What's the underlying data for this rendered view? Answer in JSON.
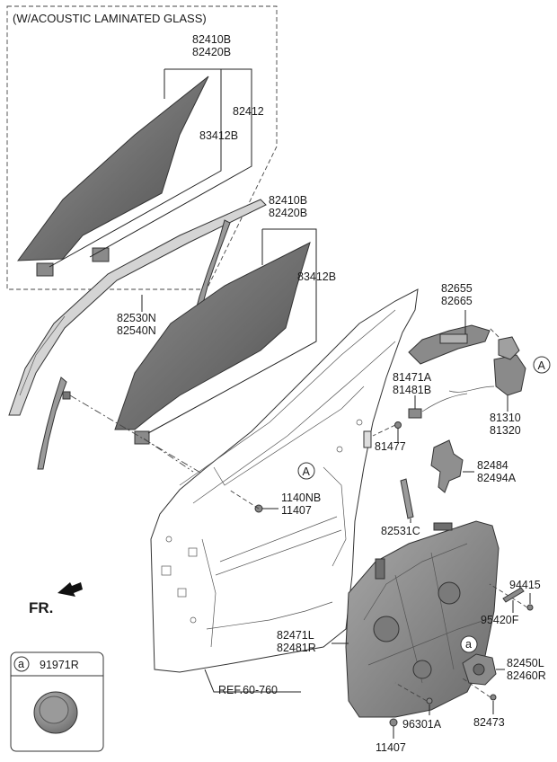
{
  "inset_title": "(W/ACOUSTIC LAMINATED GLASS)",
  "labels": {
    "inset_glass_a": "82410B",
    "inset_glass_b": "82420B",
    "inset_channel": "82412",
    "inset_bracket": "83412B",
    "glass_a": "82410B",
    "glass_b": "82420B",
    "glass_bracket": "83412B",
    "run_a": "82530N",
    "run_b": "82540N",
    "handle_a": "82655",
    "handle_b": "82665",
    "rod_a": "81471A",
    "rod_b": "81481B",
    "latch_a": "81310",
    "latch_b": "81320",
    "bolt_81477": "81477",
    "bracket_a": "82484",
    "bracket_b": "82494A",
    "bolt_1140nb": "1140NB",
    "bolt_11407_a": "11407",
    "strip": "82531C",
    "screw_94415": "94415",
    "cover_95420f": "95420F",
    "module_a": "82471L",
    "module_b": "82481R",
    "motor_a": "82450L",
    "motor_b": "82460R",
    "bolt_82473": "82473",
    "bolt_96301a": "96301A",
    "bolt_11407_b": "11407",
    "ref": "REF.60-760",
    "front": "FR.",
    "callout_a1": "A",
    "callout_a2": "A",
    "callout_small": "a",
    "legend_letter": "a",
    "legend_part": "91971R"
  },
  "colors": {
    "glass_dark": "#5a5a5a",
    "glass_light": "#9a9a9a",
    "metal": "#8a8a8a",
    "line": "#222222"
  }
}
